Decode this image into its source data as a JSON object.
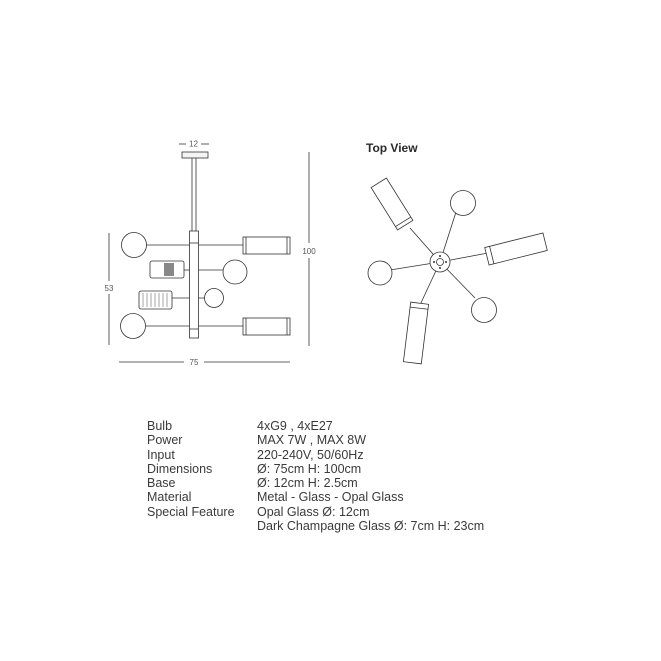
{
  "diagram": {
    "dims": {
      "base_diameter": "12",
      "height": "100",
      "body_height": "53",
      "width": "75"
    },
    "top_view_title": "Top View"
  },
  "specs": [
    {
      "label": "Bulb",
      "value": "4xG9 , 4xE27"
    },
    {
      "label": "Power",
      "value": "MAX 7W , MAX 8W"
    },
    {
      "label": "Input",
      "value": "220-240V, 50/60Hz"
    },
    {
      "label": "Dimensions",
      "value": "Ø: 75cm  H: 100cm"
    },
    {
      "label": "Base",
      "value": "Ø: 12cm  H: 2.5cm"
    },
    {
      "label": "Material",
      "value": "Metal - Glass - Opal Glass"
    },
    {
      "label": "Special Feature",
      "value": "Opal Glass  Ø: 12cm"
    }
  ],
  "specs_extra": "Dark Champagne Glass  Ø: 7cm  H: 23cm"
}
